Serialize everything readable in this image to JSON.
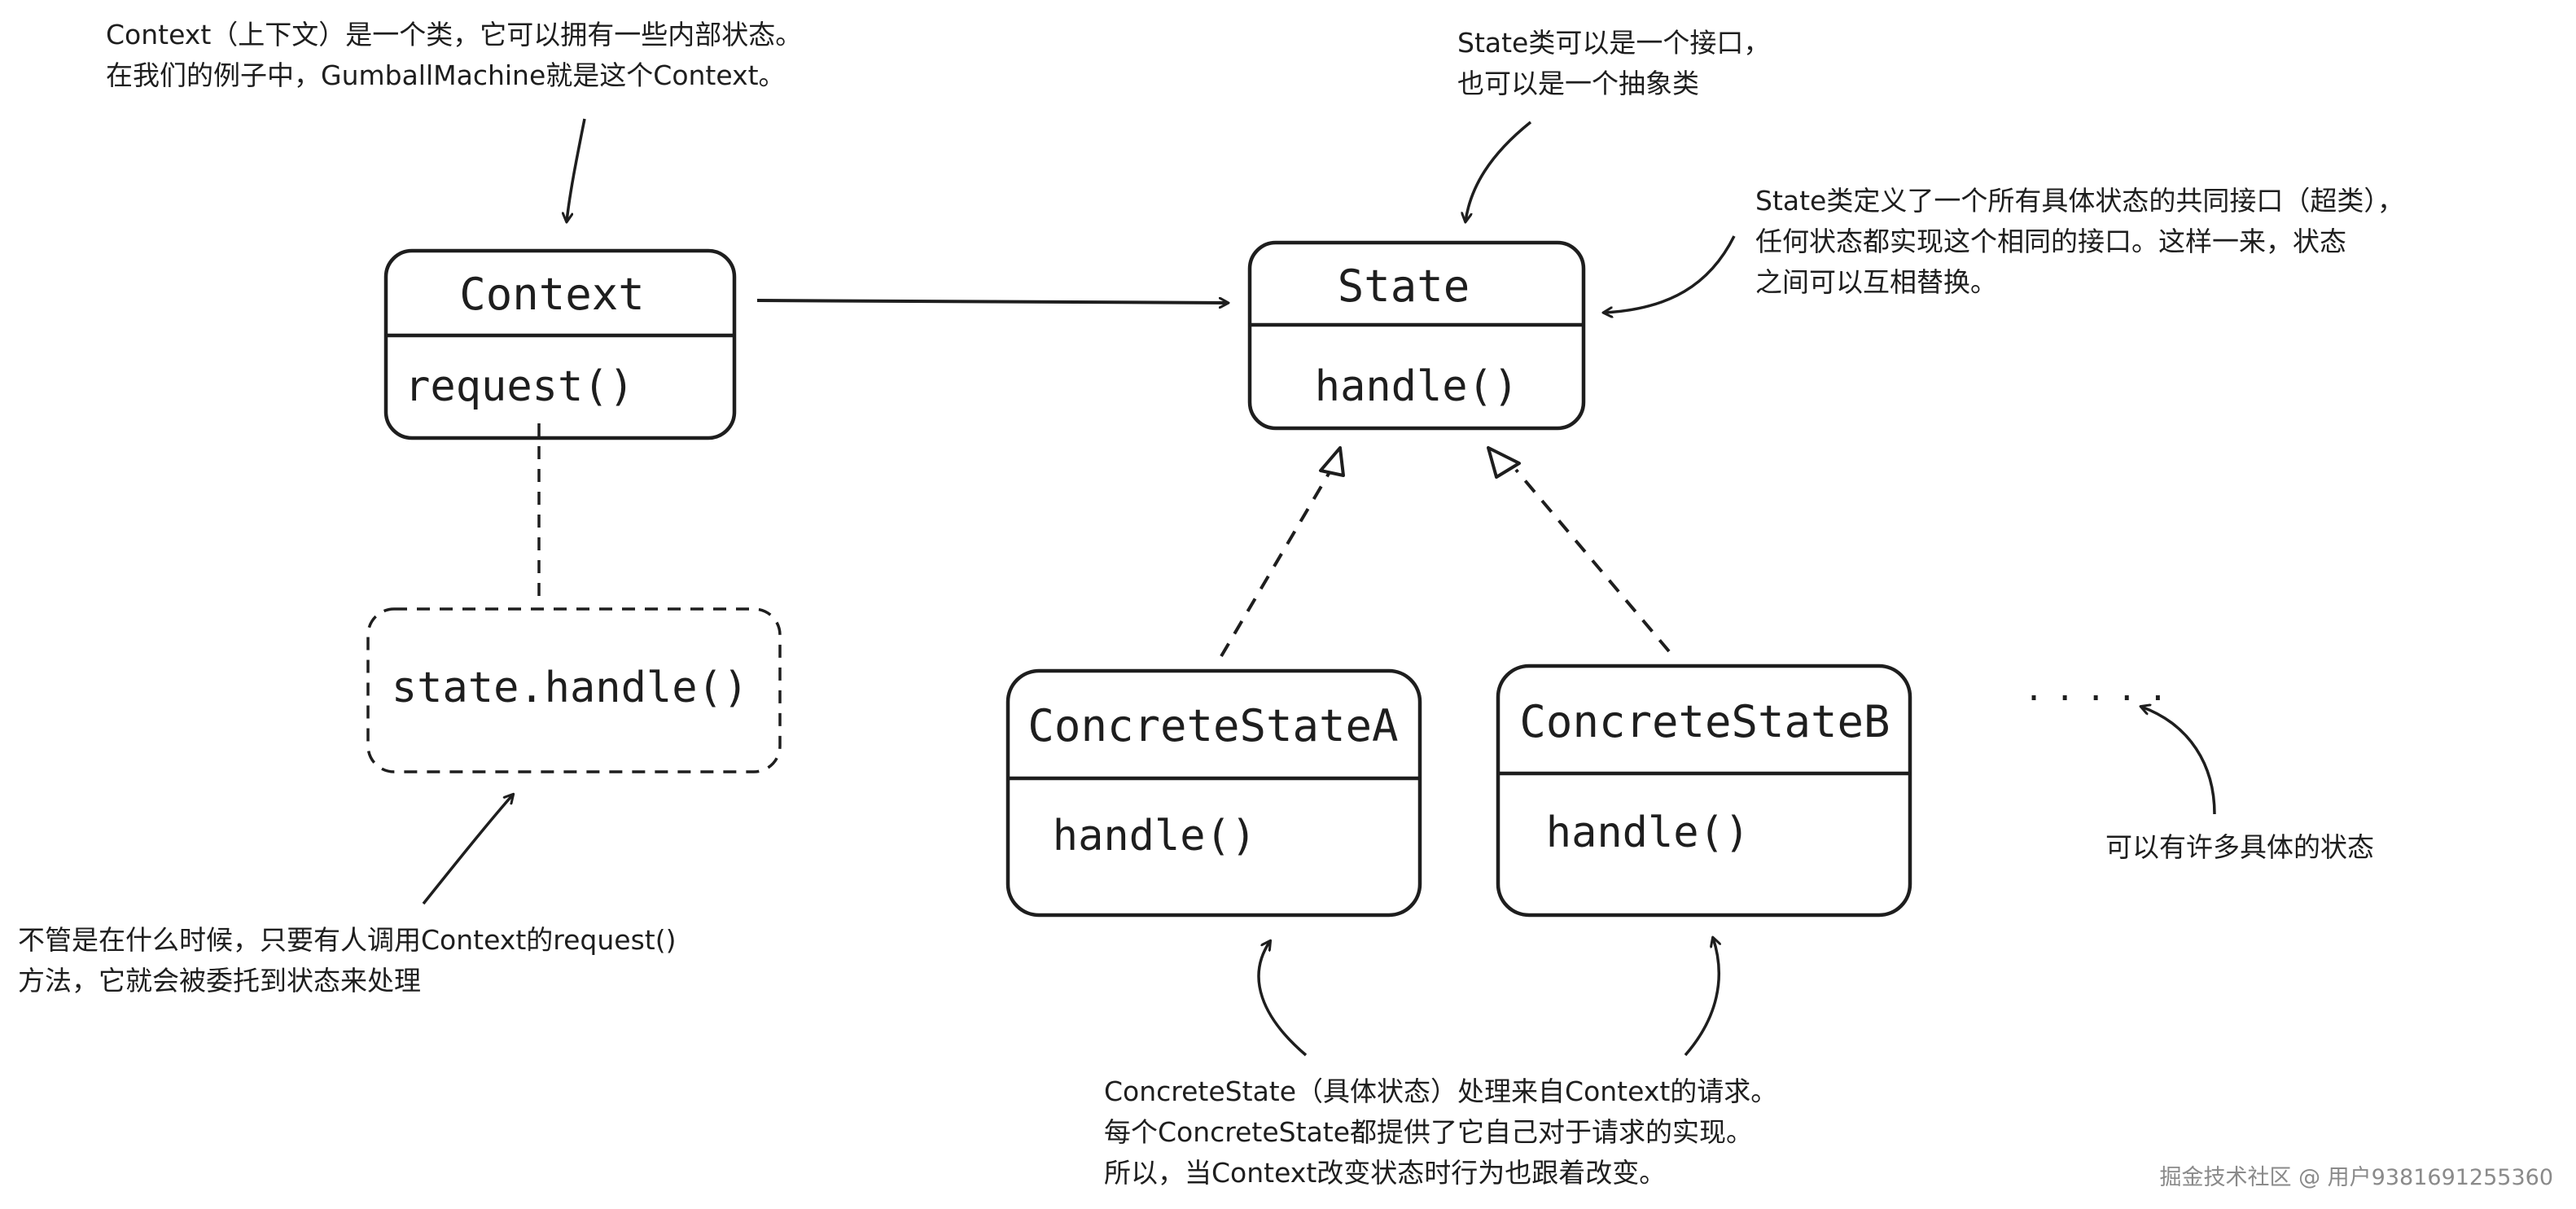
{
  "diagram": {
    "boxes": {
      "context": {
        "title": "Context",
        "method": "request()"
      },
      "state": {
        "title": "State",
        "method": "handle()"
      },
      "state_handle_call": {
        "label": "state.handle()"
      },
      "concrete_a": {
        "title": "ConcreteStateA",
        "method": "handle()"
      },
      "concrete_b": {
        "title": "ConcreteStateB",
        "method": "handle()"
      }
    },
    "ellipsis": ".....",
    "annotations": {
      "context_note": [
        "Context（上下文）是一个类，它可以拥有一些内部状态。",
        "在我们的例子中，GumballMachine就是这个Context。"
      ],
      "state_interface_note": [
        "State类可以是一个接口，",
        "也可以是一个抽象类"
      ],
      "state_common_note": [
        "State类定义了一个所有具体状态的共同接口（超类），",
        "任何状态都实现这个相同的接口。这样一来，状态",
        "之间可以互相替换。"
      ],
      "delegate_note": [
        "不管是在什么时候，只要有人调用Context的request()",
        "方法，它就会被委托到状态来处理"
      ],
      "concrete_note": [
        "ConcreteState（具体状态）处理来自Context的请求。",
        "每个ConcreteState都提供了它自己对于请求的实现。",
        "所以，当Context改变状态时行为也跟着改变。"
      ],
      "many_states_note": [
        "可以有许多具体的状态"
      ]
    },
    "watermark": "掘金技术社区 @ 用户9381691255360"
  }
}
